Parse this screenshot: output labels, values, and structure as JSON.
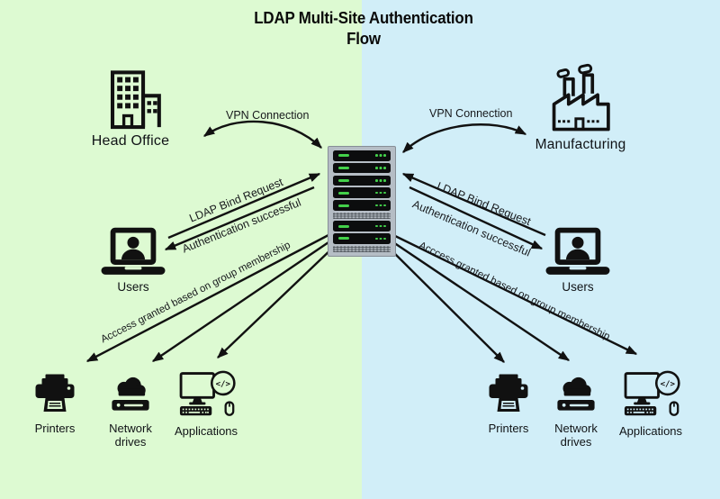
{
  "title": {
    "line1": "LDAP Multi-Site Authentication",
    "line2": "Flow"
  },
  "sites": {
    "left": "Head Office",
    "right": "Manufacturing"
  },
  "labels": {
    "vpn": "VPN Connection",
    "bind": "LDAP Bind Request",
    "auth": "Authentication successful",
    "access": "Acccess granted based on group membership",
    "users": "Users"
  },
  "resources": [
    {
      "label": "Printers"
    },
    {
      "label": "Network drives"
    },
    {
      "label": "Applications"
    }
  ],
  "icons": {
    "code_glyph": "</>"
  },
  "colors": {
    "left_zone_bg": "#ddfad2",
    "right_zone_bg": "#d1eef8",
    "ink": "#111111",
    "led_green": "#43d04a",
    "rack_frame": "#b5bdc5"
  }
}
